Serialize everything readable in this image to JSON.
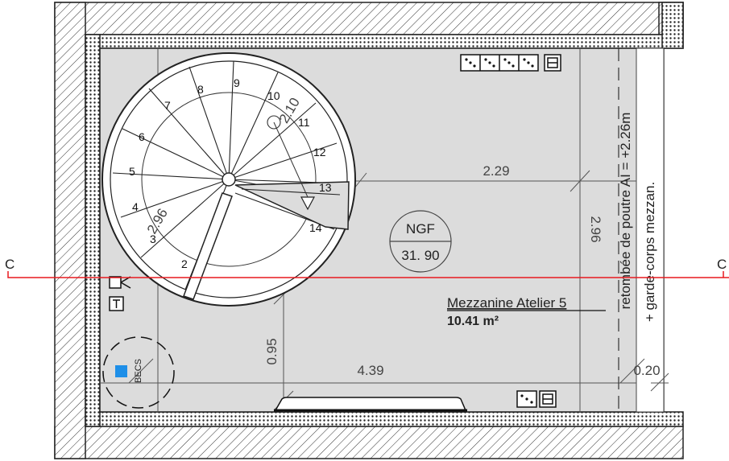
{
  "section": {
    "label_left": "C",
    "label_right": "C",
    "color": "#e8191f"
  },
  "room": {
    "name": "Mezzanine Atelier 5",
    "area": "10.41 m²"
  },
  "ngf": {
    "label": "NGF",
    "value": "31. 90"
  },
  "dimensions": {
    "width_top": "2.29",
    "height_right": "2.96",
    "width_bottom": "4.39",
    "height_left": "0.95",
    "stair_diameter": "2.10",
    "stair_left": "2.96",
    "railing": "0.20"
  },
  "notes": {
    "beam": "retombée de poutre AI = +2.26m",
    "guard": "+ garde-corps mezzan."
  },
  "becs": {
    "label": "BECS",
    "color": "#1e8fe8"
  },
  "stair_steps": [
    "2",
    "3",
    "4",
    "5",
    "6",
    "7",
    "8",
    "9",
    "10",
    "11",
    "12",
    "13",
    "14"
  ],
  "colors": {
    "floor": "#dcdcdc",
    "wall": "#ffffff",
    "line": "#1a1a1a"
  }
}
